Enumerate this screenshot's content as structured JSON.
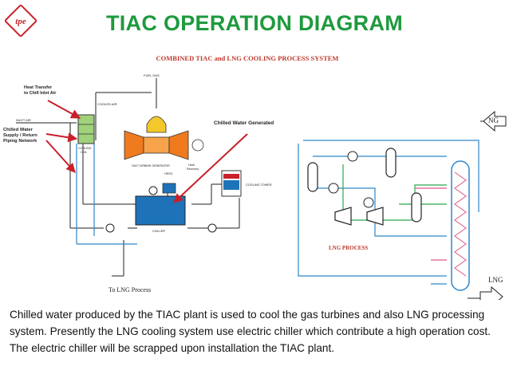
{
  "logo": {
    "text": "tpe",
    "brand_color": "#c8262c"
  },
  "title": "TIAC OPERATION DIAGRAM",
  "diagram": {
    "heading": "COMBINED TIAC and LNG COOLING PROCESS SYSTEM",
    "labels": {
      "heat_transfer_1": "Heat Transfer",
      "heat_transfer_2": "to Chill Inlet Air",
      "fuel_gas": "FUEL GAS",
      "cooled_air": "COOLED AIR",
      "inlet_air": "INLET AIR",
      "cooling_coil_1": "COOLING",
      "cooling_coil_2": "COIL",
      "chilled_water_supply_1": "Chilled Water",
      "chilled_water_supply_2": "Supply / Return",
      "chilled_water_supply_3": "Piping Network",
      "chilled_water_generated": "Chilled Water Generated",
      "gas_turbine_generator": "GAS TURBINE GENERATOR",
      "hrsg": "HRSG",
      "heat_recovery_1": "Heat",
      "heat_recovery_2": "Recovery",
      "cooling_tower": "COOLING TOWER",
      "chiller": "CHILLER",
      "to_lng_process": "To LNG Process",
      "ng": "NG",
      "lng_process": "LNG PROCESS",
      "lng": "LNG"
    },
    "colors": {
      "arrow": "#c8202a",
      "cold_line": "#2f86c8",
      "green_line": "#2aa84a",
      "pink_line": "#e0558a",
      "equipment": "#222222",
      "chiller_blue": "#1e73b8",
      "turbine_orange": "#f07a1e"
    }
  },
  "caption": "Chilled water produced by the TIAC plant is used to cool the gas turbines and also LNG processing system. Presently the LNG cooling system use electric chiller which contribute a high operation cost. The electric chiller will be scrapped upon installation the TIAC plant."
}
